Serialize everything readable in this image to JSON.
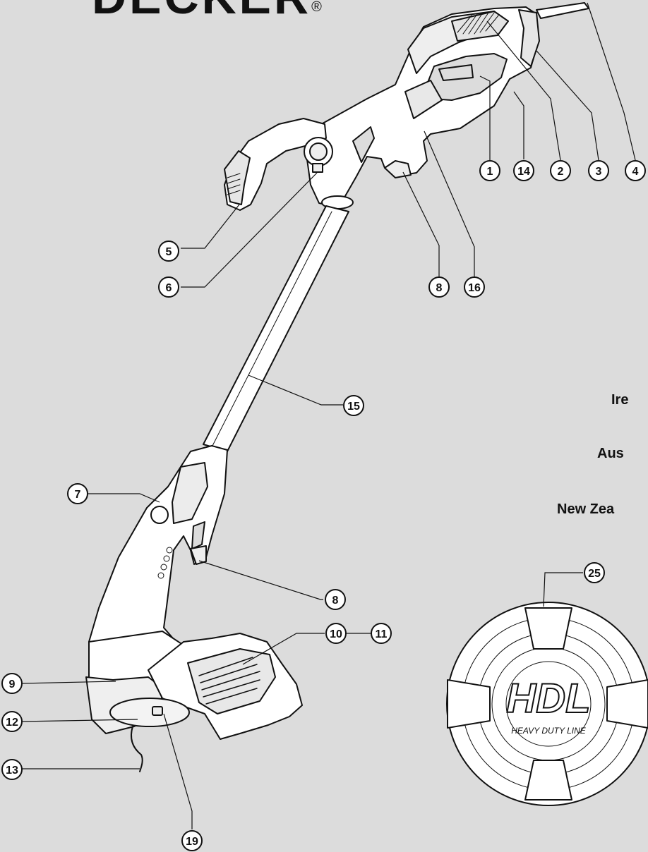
{
  "brand": {
    "name": "DECKER",
    "mark": "®"
  },
  "countries": [
    "Ire",
    "Aus",
    "New Zea"
  ],
  "callouts": [
    "1",
    "14",
    "2",
    "3",
    "4",
    "5",
    "6",
    "8",
    "16",
    "15",
    "7",
    "8",
    "10",
    "11",
    "9",
    "12",
    "13",
    "19",
    "25"
  ],
  "spool": {
    "logo": "HDL",
    "subtitle": "HEAVY  DUTY LINE"
  },
  "colors": {
    "background": "#dcdcdc",
    "ink": "#111111",
    "fill": "#ffffff"
  }
}
